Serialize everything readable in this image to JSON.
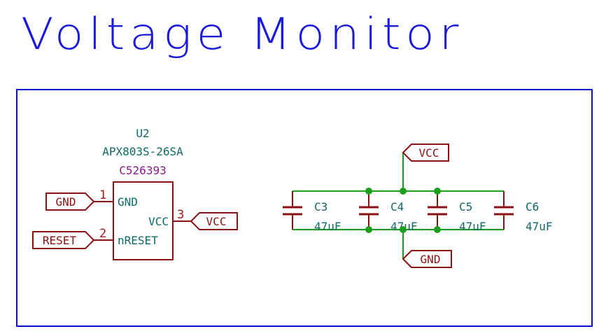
{
  "sheet": {
    "title": "Voltage Monitor",
    "colors": {
      "title": "#1a1ad8",
      "frame": "#0c0cd0",
      "symbol": "#8a1212",
      "field_text": "#0f6969",
      "lcsc_text": "#8b1a8b",
      "wire": "#1aa01a"
    }
  },
  "ic": {
    "reference": "U2",
    "value": "APX803S-26SA",
    "lcsc": "C526393",
    "pins": [
      {
        "number": "1",
        "name": "GND"
      },
      {
        "number": "3",
        "name": "VCC"
      },
      {
        "number": "2",
        "name": "nRESET"
      }
    ]
  },
  "labels": {
    "ic_gnd": "GND",
    "ic_reset": "RESET",
    "ic_vcc": "VCC",
    "caps_vcc": "VCC",
    "caps_gnd": "GND"
  },
  "capacitors": [
    {
      "reference": "C3",
      "value": "47uF"
    },
    {
      "reference": "C4",
      "value": "47uF"
    },
    {
      "reference": "C5",
      "value": "47uF"
    },
    {
      "reference": "C6",
      "value": "47uF"
    }
  ]
}
